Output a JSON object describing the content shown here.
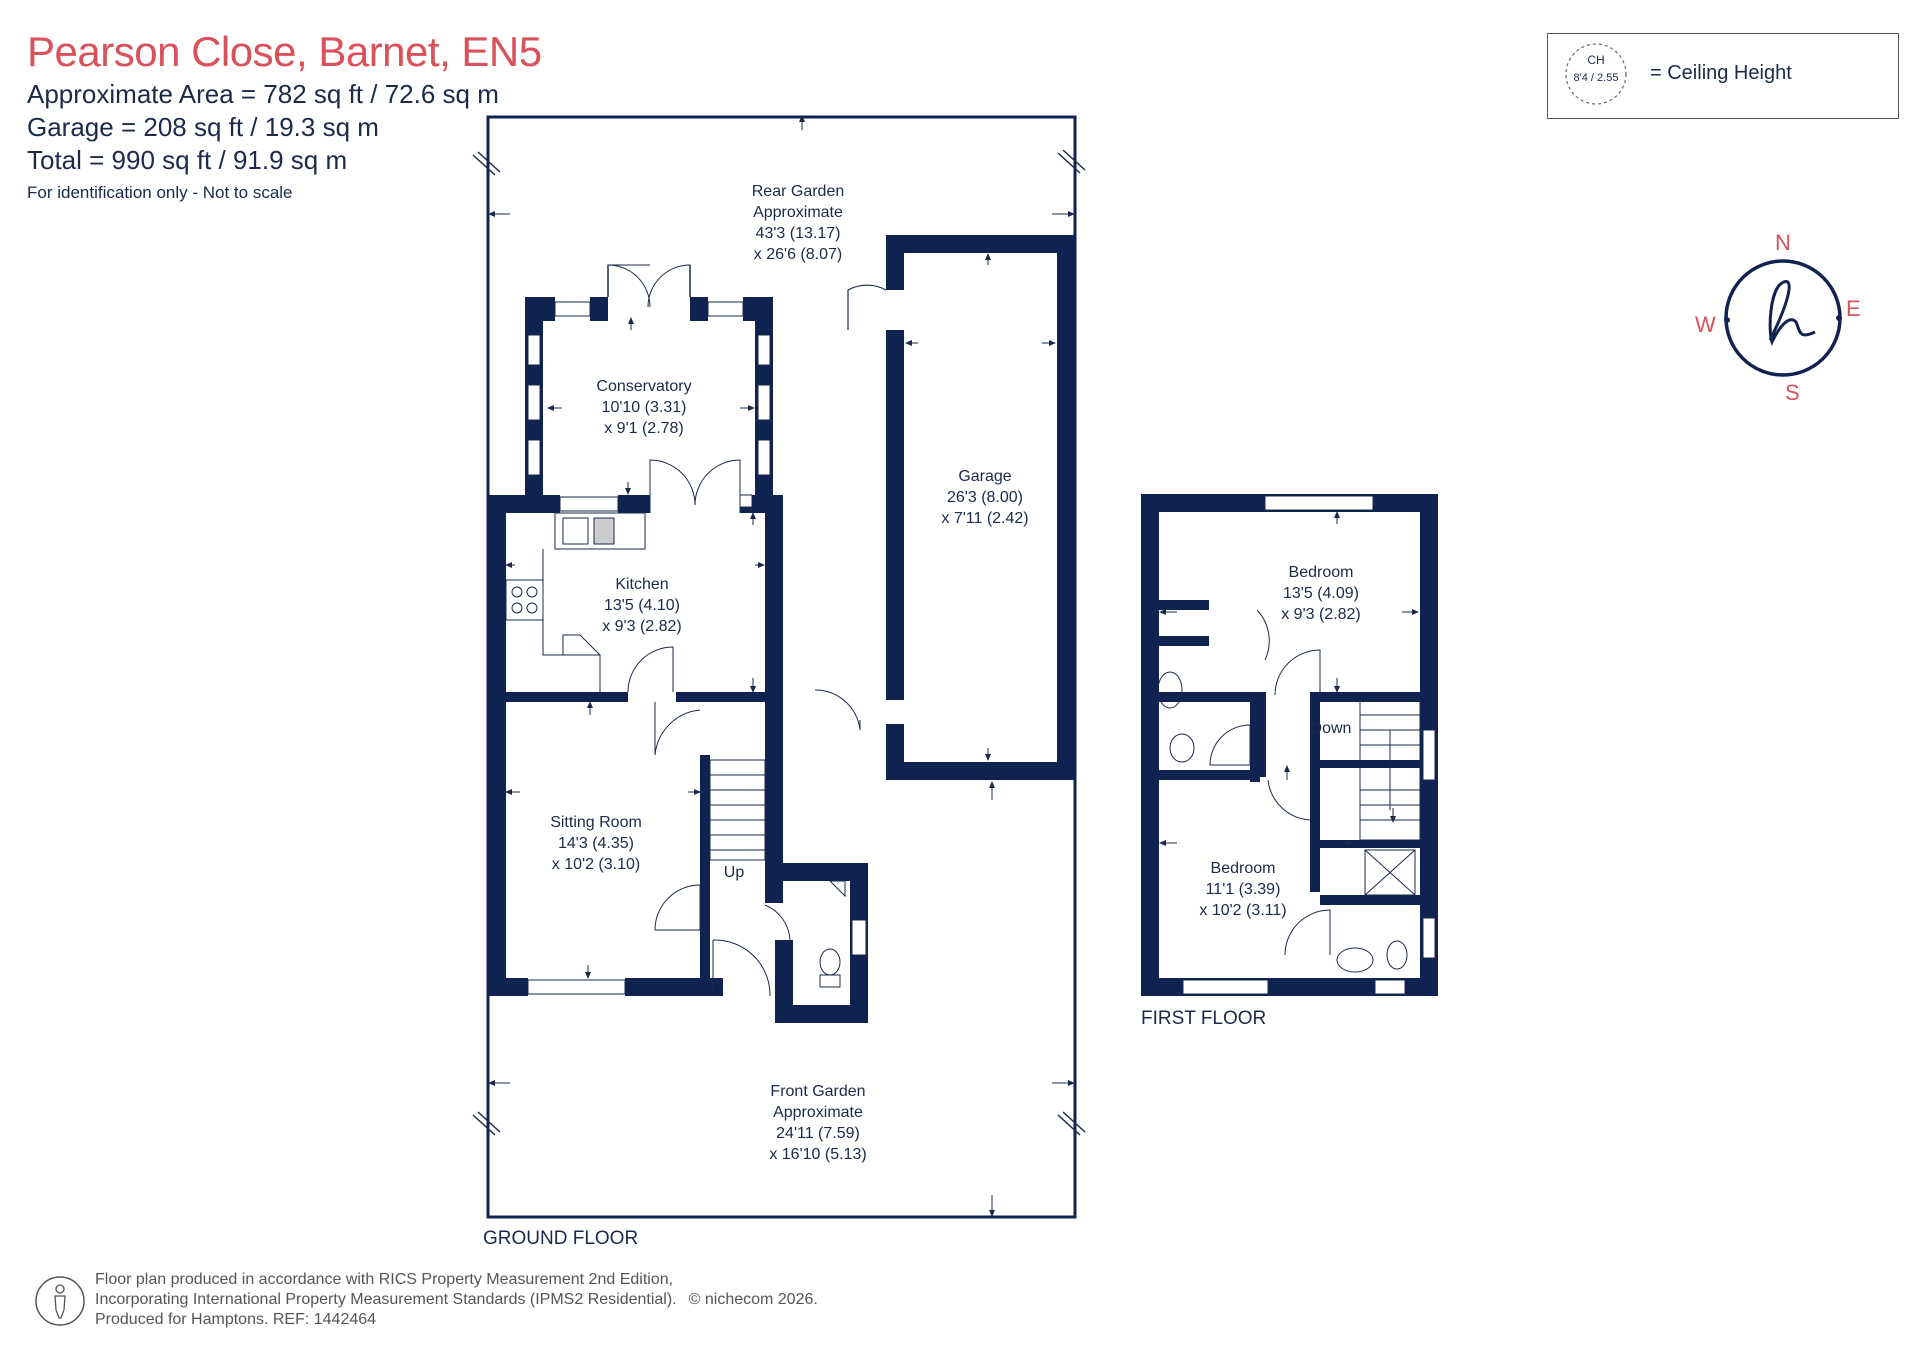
{
  "header": {
    "title": "Pearson Close, Barnet, EN5",
    "area": "Approximate Area = 782 sq ft / 72.6 sq m",
    "garage": "Garage = 208 sq ft / 19.3 sq m",
    "total": "Total = 990 sq ft / 91.9 sq m",
    "note": "For identification only - Not to scale"
  },
  "legend": {
    "ch_label": "CH",
    "ch_value": "8'4 / 2.55",
    "text": "= Ceiling Height"
  },
  "compass": {
    "n": "N",
    "e": "E",
    "s": "S",
    "w": "W"
  },
  "ground_floor": {
    "label": "GROUND FLOOR",
    "rear_garden": {
      "name": "Rear Garden",
      "line2": "Approximate",
      "dim1": "43'3 (13.17)",
      "dim2": "x 26'6 (8.07)"
    },
    "conservatory": {
      "name": "Conservatory",
      "dim1": "10'10 (3.31)",
      "dim2": "x 9'1 (2.78)"
    },
    "kitchen": {
      "name": "Kitchen",
      "dim1": "13'5 (4.10)",
      "dim2": "x 9'3 (2.82)"
    },
    "sitting_room": {
      "name": "Sitting Room",
      "dim1": "14'3 (4.35)",
      "dim2": "x 10'2 (3.10)"
    },
    "garage": {
      "name": "Garage",
      "dim1": "26'3 (8.00)",
      "dim2": "x 7'11 (2.42)"
    },
    "front_garden": {
      "name": "Front Garden",
      "line2": "Approximate",
      "dim1": "24'11 (7.59)",
      "dim2": "x 16'10 (5.13)"
    },
    "stairs_label": "Up"
  },
  "first_floor": {
    "label": "FIRST FLOOR",
    "bedroom1": {
      "name": "Bedroom",
      "dim1": "13'5 (4.09)",
      "dim2": "x 9'3 (2.82)"
    },
    "bedroom2": {
      "name": "Bedroom",
      "dim1": "11'1 (3.39)",
      "dim2": "x 10'2 (3.11)"
    },
    "stairs_label": "Down"
  },
  "footer": {
    "line1": "Floor plan produced in accordance with RICS Property Measurement 2nd Edition,",
    "line2": "Incorporating International Property Measurement Standards (IPMS2 Residential).",
    "copyright": "© nichecom 2026.",
    "line3": "Produced for Hamptons.   REF: 1442464"
  },
  "colors": {
    "wall": "#0f2250",
    "accent": "#d9515a",
    "text": "#1b2a4a"
  }
}
